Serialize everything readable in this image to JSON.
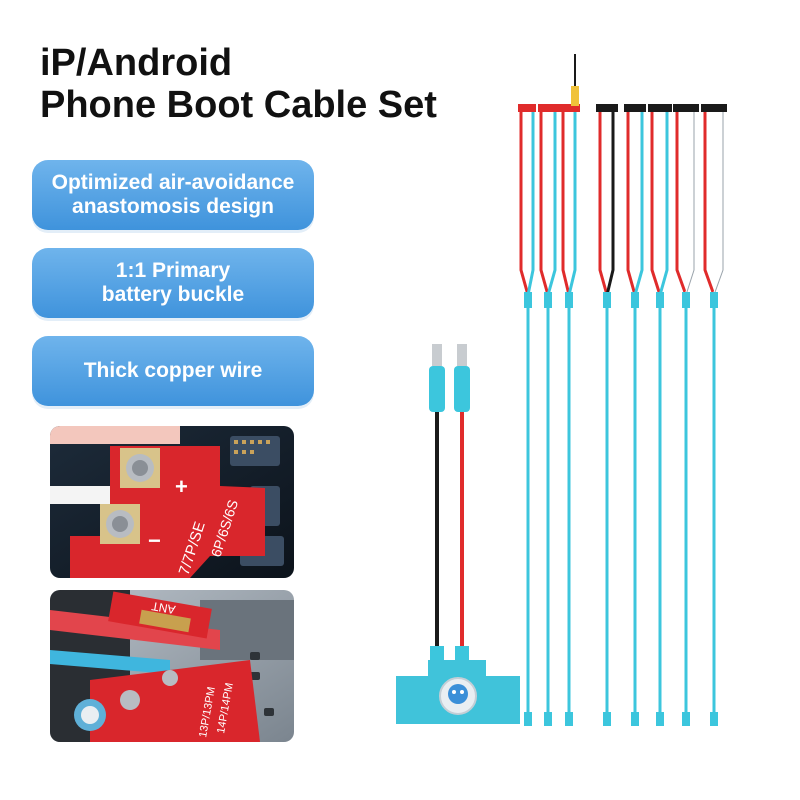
{
  "title": {
    "line1": "iP/Android",
    "line2": "Phone Boot Cable Set"
  },
  "features": [
    {
      "line1": "Optimized air-avoidance",
      "line2": "anastomosis design"
    },
    {
      "line1": "1:1 Primary",
      "line2": "battery buckle"
    },
    {
      "line1": "Thick copper wire",
      "line2": ""
    }
  ],
  "photo1": {
    "connector_model": "7/7P/SE",
    "connector_model_2": "6P/6S/6S",
    "plus_sign": "+",
    "minus_sign": "−"
  },
  "photo2": {
    "ant_label": "ANT",
    "connector_model": "13P/13PM",
    "connector_model_2": "14P/14PM"
  },
  "colors": {
    "feature_blue": "#4a9be0",
    "cable_cyan": "#3cc6dd",
    "wire_red": "#e02b2b",
    "wire_black": "#1a1a1a",
    "pcb_red": "#d9262c"
  }
}
